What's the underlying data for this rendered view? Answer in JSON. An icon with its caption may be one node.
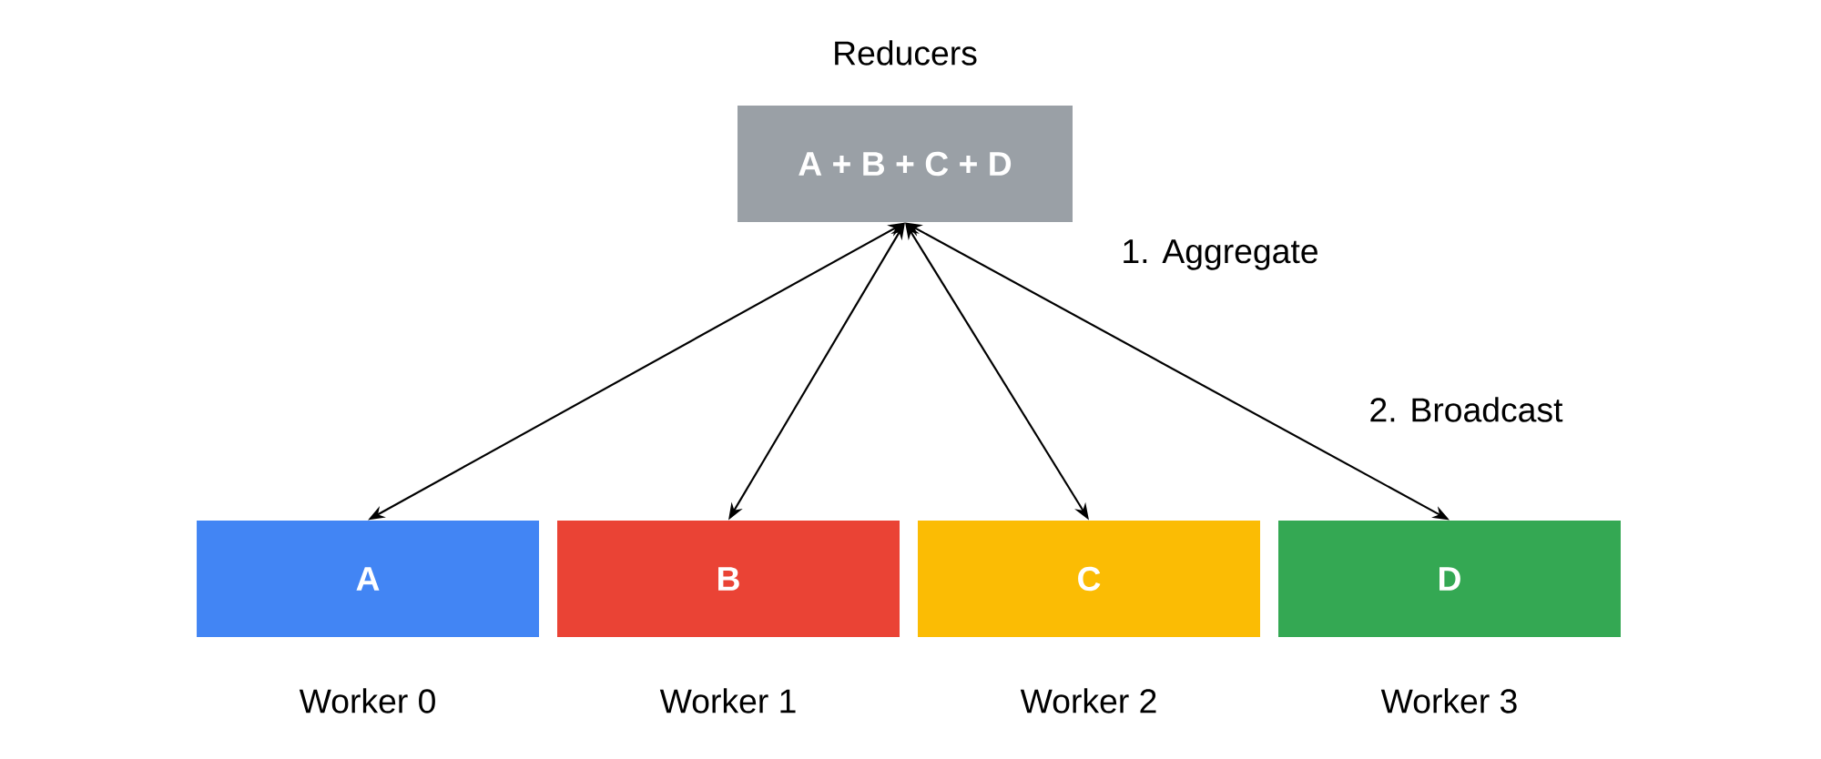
{
  "diagram": {
    "nodes": [
      {
        "text": [
          "Reducers",
          "A + B + C + D"
        ]
      },
      {
        "text": [
          "A"
        ],
        "beside": [
          "Worker 0"
        ]
      },
      {
        "text": [
          "B"
        ],
        "beside": [
          "Worker 1"
        ]
      },
      {
        "text": [
          "C"
        ],
        "beside": [
          "Worker 2"
        ]
      },
      {
        "text": [
          "D"
        ],
        "beside": [
          "Worker 3"
        ]
      }
    ],
    "edges": [
      {
        "from": 0,
        "to": 1,
        "arrow": "both"
      },
      {
        "from": 0,
        "to": 2,
        "arrow": "both"
      },
      {
        "from": 0,
        "to": 3,
        "arrow": "both"
      },
      {
        "from": 0,
        "to": 4,
        "arrow": "both"
      }
    ],
    "labels": [
      "1. Aggregate",
      "2. Broadcast"
    ]
  }
}
